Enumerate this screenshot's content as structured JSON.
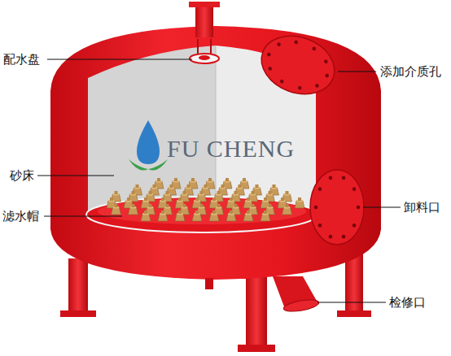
{
  "diagram": {
    "labels": [
      "配水盘",
      "添加介质孔",
      "砂床",
      "滤水帽",
      "卸料口",
      "检修口",
      "FU CHENG"
    ]
  }
}
